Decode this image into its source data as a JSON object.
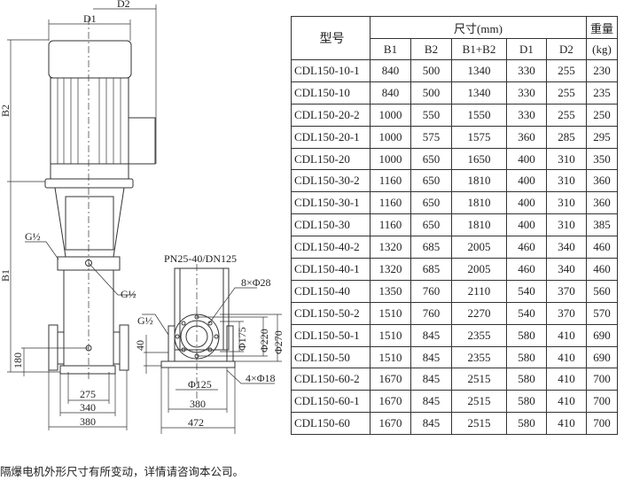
{
  "drawing": {
    "labels": {
      "d1": "D1",
      "d2": "D2",
      "b1": "B1",
      "b2": "B2",
      "g_half": "G½",
      "h180": "180",
      "w275": "275",
      "w340": "340",
      "w380": "380",
      "flange": "PN25-40/DN125",
      "holes8": "8×Φ28",
      "h40": "40",
      "phi175": "Φ175",
      "phi220": "Φ220",
      "phi270": "Φ270",
      "phi125": "Φ125",
      "side380": "380",
      "side472": "472",
      "holes4": "4×Φ18"
    }
  },
  "table": {
    "header": {
      "model": "型号",
      "dimensions": "尺寸(mm)",
      "weight_top": "重量",
      "weight_unit": "(kg)",
      "columns": [
        "B1",
        "B2",
        "B1+B2",
        "D1",
        "D2"
      ]
    },
    "rows": [
      [
        "CDL150-10-1",
        "840",
        "500",
        "1340",
        "330",
        "255",
        "230"
      ],
      [
        "CDL150-10",
        "840",
        "500",
        "1340",
        "330",
        "255",
        "235"
      ],
      [
        "CDL150-20-2",
        "1000",
        "550",
        "1550",
        "330",
        "255",
        "250"
      ],
      [
        "CDL150-20-1",
        "1000",
        "575",
        "1575",
        "360",
        "285",
        "295"
      ],
      [
        "CDL150-20",
        "1000",
        "650",
        "1650",
        "400",
        "310",
        "350"
      ],
      [
        "CDL150-30-2",
        "1160",
        "650",
        "1810",
        "400",
        "310",
        "360"
      ],
      [
        "CDL150-30-1",
        "1160",
        "650",
        "1810",
        "400",
        "310",
        "360"
      ],
      [
        "CDL150-30",
        "1160",
        "650",
        "1810",
        "400",
        "310",
        "385"
      ],
      [
        "CDL150-40-2",
        "1320",
        "685",
        "2005",
        "460",
        "340",
        "460"
      ],
      [
        "CDL150-40-1",
        "1320",
        "685",
        "2005",
        "460",
        "340",
        "460"
      ],
      [
        "CDL150-40",
        "1350",
        "760",
        "2110",
        "540",
        "370",
        "560"
      ],
      [
        "CDL150-50-2",
        "1510",
        "760",
        "2270",
        "540",
        "370",
        "570"
      ],
      [
        "CDL150-50-1",
        "1510",
        "845",
        "2355",
        "580",
        "410",
        "690"
      ],
      [
        "CDL150-50",
        "1510",
        "845",
        "2355",
        "580",
        "410",
        "690"
      ],
      [
        "CDL150-60-2",
        "1670",
        "845",
        "2515",
        "580",
        "410",
        "700"
      ],
      [
        "CDL150-60-1",
        "1670",
        "845",
        "2515",
        "580",
        "410",
        "700"
      ],
      [
        "CDL150-60",
        "1670",
        "845",
        "2515",
        "580",
        "410",
        "700"
      ]
    ]
  },
  "footer": {
    "note": "隔爆电机外形尺寸有所变动，详情请咨询本公司。"
  }
}
